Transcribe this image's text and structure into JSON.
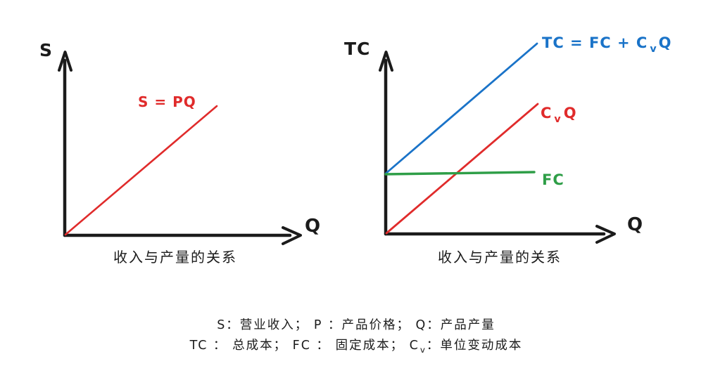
{
  "palette": {
    "axis": "#1b1b1b",
    "revenue_line": "#e02b2b",
    "variable_cost_line": "#e02b2b",
    "total_cost_line": "#1a73c8",
    "fixed_cost_line": "#2e9e47",
    "text": "#1b1b1b",
    "background": "#ffffff"
  },
  "left_chart": {
    "y_axis_label": "S",
    "x_axis_label": "Q",
    "line_label": "S = PQ",
    "caption": "收入与产量的关系"
  },
  "right_chart": {
    "y_axis_label": "TC",
    "x_axis_label": "Q",
    "total_cost_label_prefix": "TC = FC + C",
    "total_cost_label_sub": "v",
    "total_cost_label_suffix": "Q",
    "variable_cost_label_prefix": "C",
    "variable_cost_label_sub": "v",
    "variable_cost_label_suffix": "Q",
    "fixed_cost_label": "FC",
    "caption": "收入与产量的关系"
  },
  "legend": {
    "line1": "S：营业收入；    P ：产品价格；    Q：产品产量",
    "line2_part1": "TC ： 总成本；  FC ： 固定成本；   C",
    "line2_sub": "v",
    "line2_part2": "：单位变动成本"
  },
  "chart_data": [
    {
      "type": "line",
      "title": "收入与产量的关系",
      "xlabel": "Q",
      "ylabel": "S",
      "grid": false,
      "legend": "inline-annotation",
      "xlim": [
        0,
        100
      ],
      "ylim": [
        0,
        100
      ],
      "series": [
        {
          "name": "S = PQ",
          "color": "#e02b2b",
          "x": [
            0,
            70
          ],
          "y": [
            0,
            70
          ],
          "intercept": 0,
          "slope": 1,
          "annotation": "S = PQ"
        }
      ]
    },
    {
      "type": "line",
      "title": "收入与产量的关系",
      "xlabel": "Q",
      "ylabel": "TC",
      "grid": false,
      "legend": "inline-annotation",
      "xlim": [
        0,
        100
      ],
      "ylim": [
        0,
        100
      ],
      "series": [
        {
          "name": "TC = FC + CvQ",
          "color": "#1a73c8",
          "x": [
            0,
            67
          ],
          "y": [
            30,
            87
          ],
          "intercept": 30,
          "slope": 0.86,
          "annotation": "TC = FC + C v Q"
        },
        {
          "name": "CvQ",
          "color": "#e02b2b",
          "x": [
            0,
            67
          ],
          "y": [
            0,
            58
          ],
          "intercept": 0,
          "slope": 0.86,
          "annotation": "C v Q"
        },
        {
          "name": "FC",
          "color": "#2e9e47",
          "x": [
            0,
            66
          ],
          "y": [
            30,
            30
          ],
          "intercept": 30,
          "slope": 0,
          "annotation": "FC"
        }
      ]
    }
  ]
}
